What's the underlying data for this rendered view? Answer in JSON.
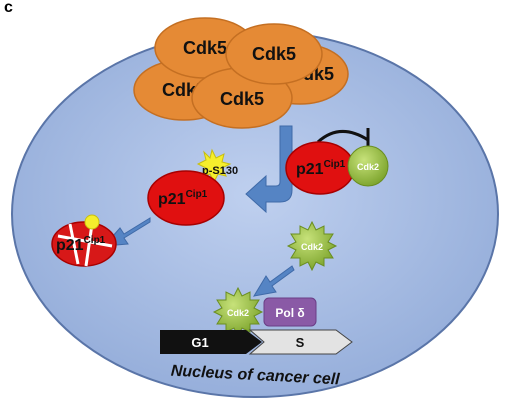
{
  "panel_label": "c",
  "cdk5_cluster": {
    "label": "Cdk5"
  },
  "p21": {
    "base": "p21",
    "sup": "Cip1"
  },
  "phospho_site": "p-S130",
  "cdk2_label": "Cdk2",
  "pol_delta": "Pol δ",
  "cell_cycle": {
    "g1": "G1",
    "s": "S"
  },
  "caption": "Nucleus of cancer cell",
  "colors": {
    "nucleus_fill": "#a6bee6",
    "nucleus_edge": "#5a75a8",
    "cdk5_fill": "#e58a35",
    "p21_fill": "#e01010",
    "cdk2_fill": "#9bc13b",
    "phospho_fill": "#f5ee2c",
    "pol_fill": "#8a5aa6",
    "arrow_fill": "#5584c4",
    "g1_fill": "#111111",
    "s_fill": "#e3e3e3"
  }
}
